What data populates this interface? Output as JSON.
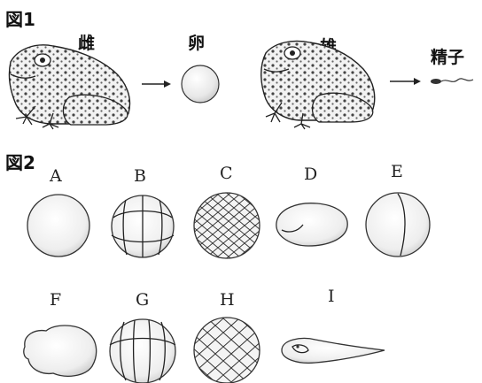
{
  "figure1": {
    "title": "図1",
    "female_label": "雌",
    "egg_label": "卵",
    "male_label": "雄",
    "sperm_label": "精子"
  },
  "figure2": {
    "title": "図2",
    "stages": [
      {
        "letter": "A",
        "icon": "single-cell-egg-icon"
      },
      {
        "letter": "B",
        "icon": "eight-cell-stage-icon"
      },
      {
        "letter": "C",
        "icon": "many-cell-blastula-icon"
      },
      {
        "letter": "D",
        "icon": "elongated-embryo-icon"
      },
      {
        "letter": "E",
        "icon": "two-cell-stage-icon"
      },
      {
        "letter": "F",
        "icon": "bulging-embryo-icon"
      },
      {
        "letter": "G",
        "icon": "four-cell-stage-icon"
      },
      {
        "letter": "H",
        "icon": "multi-cell-stage-icon"
      },
      {
        "letter": "I",
        "icon": "tadpole-icon"
      }
    ]
  }
}
